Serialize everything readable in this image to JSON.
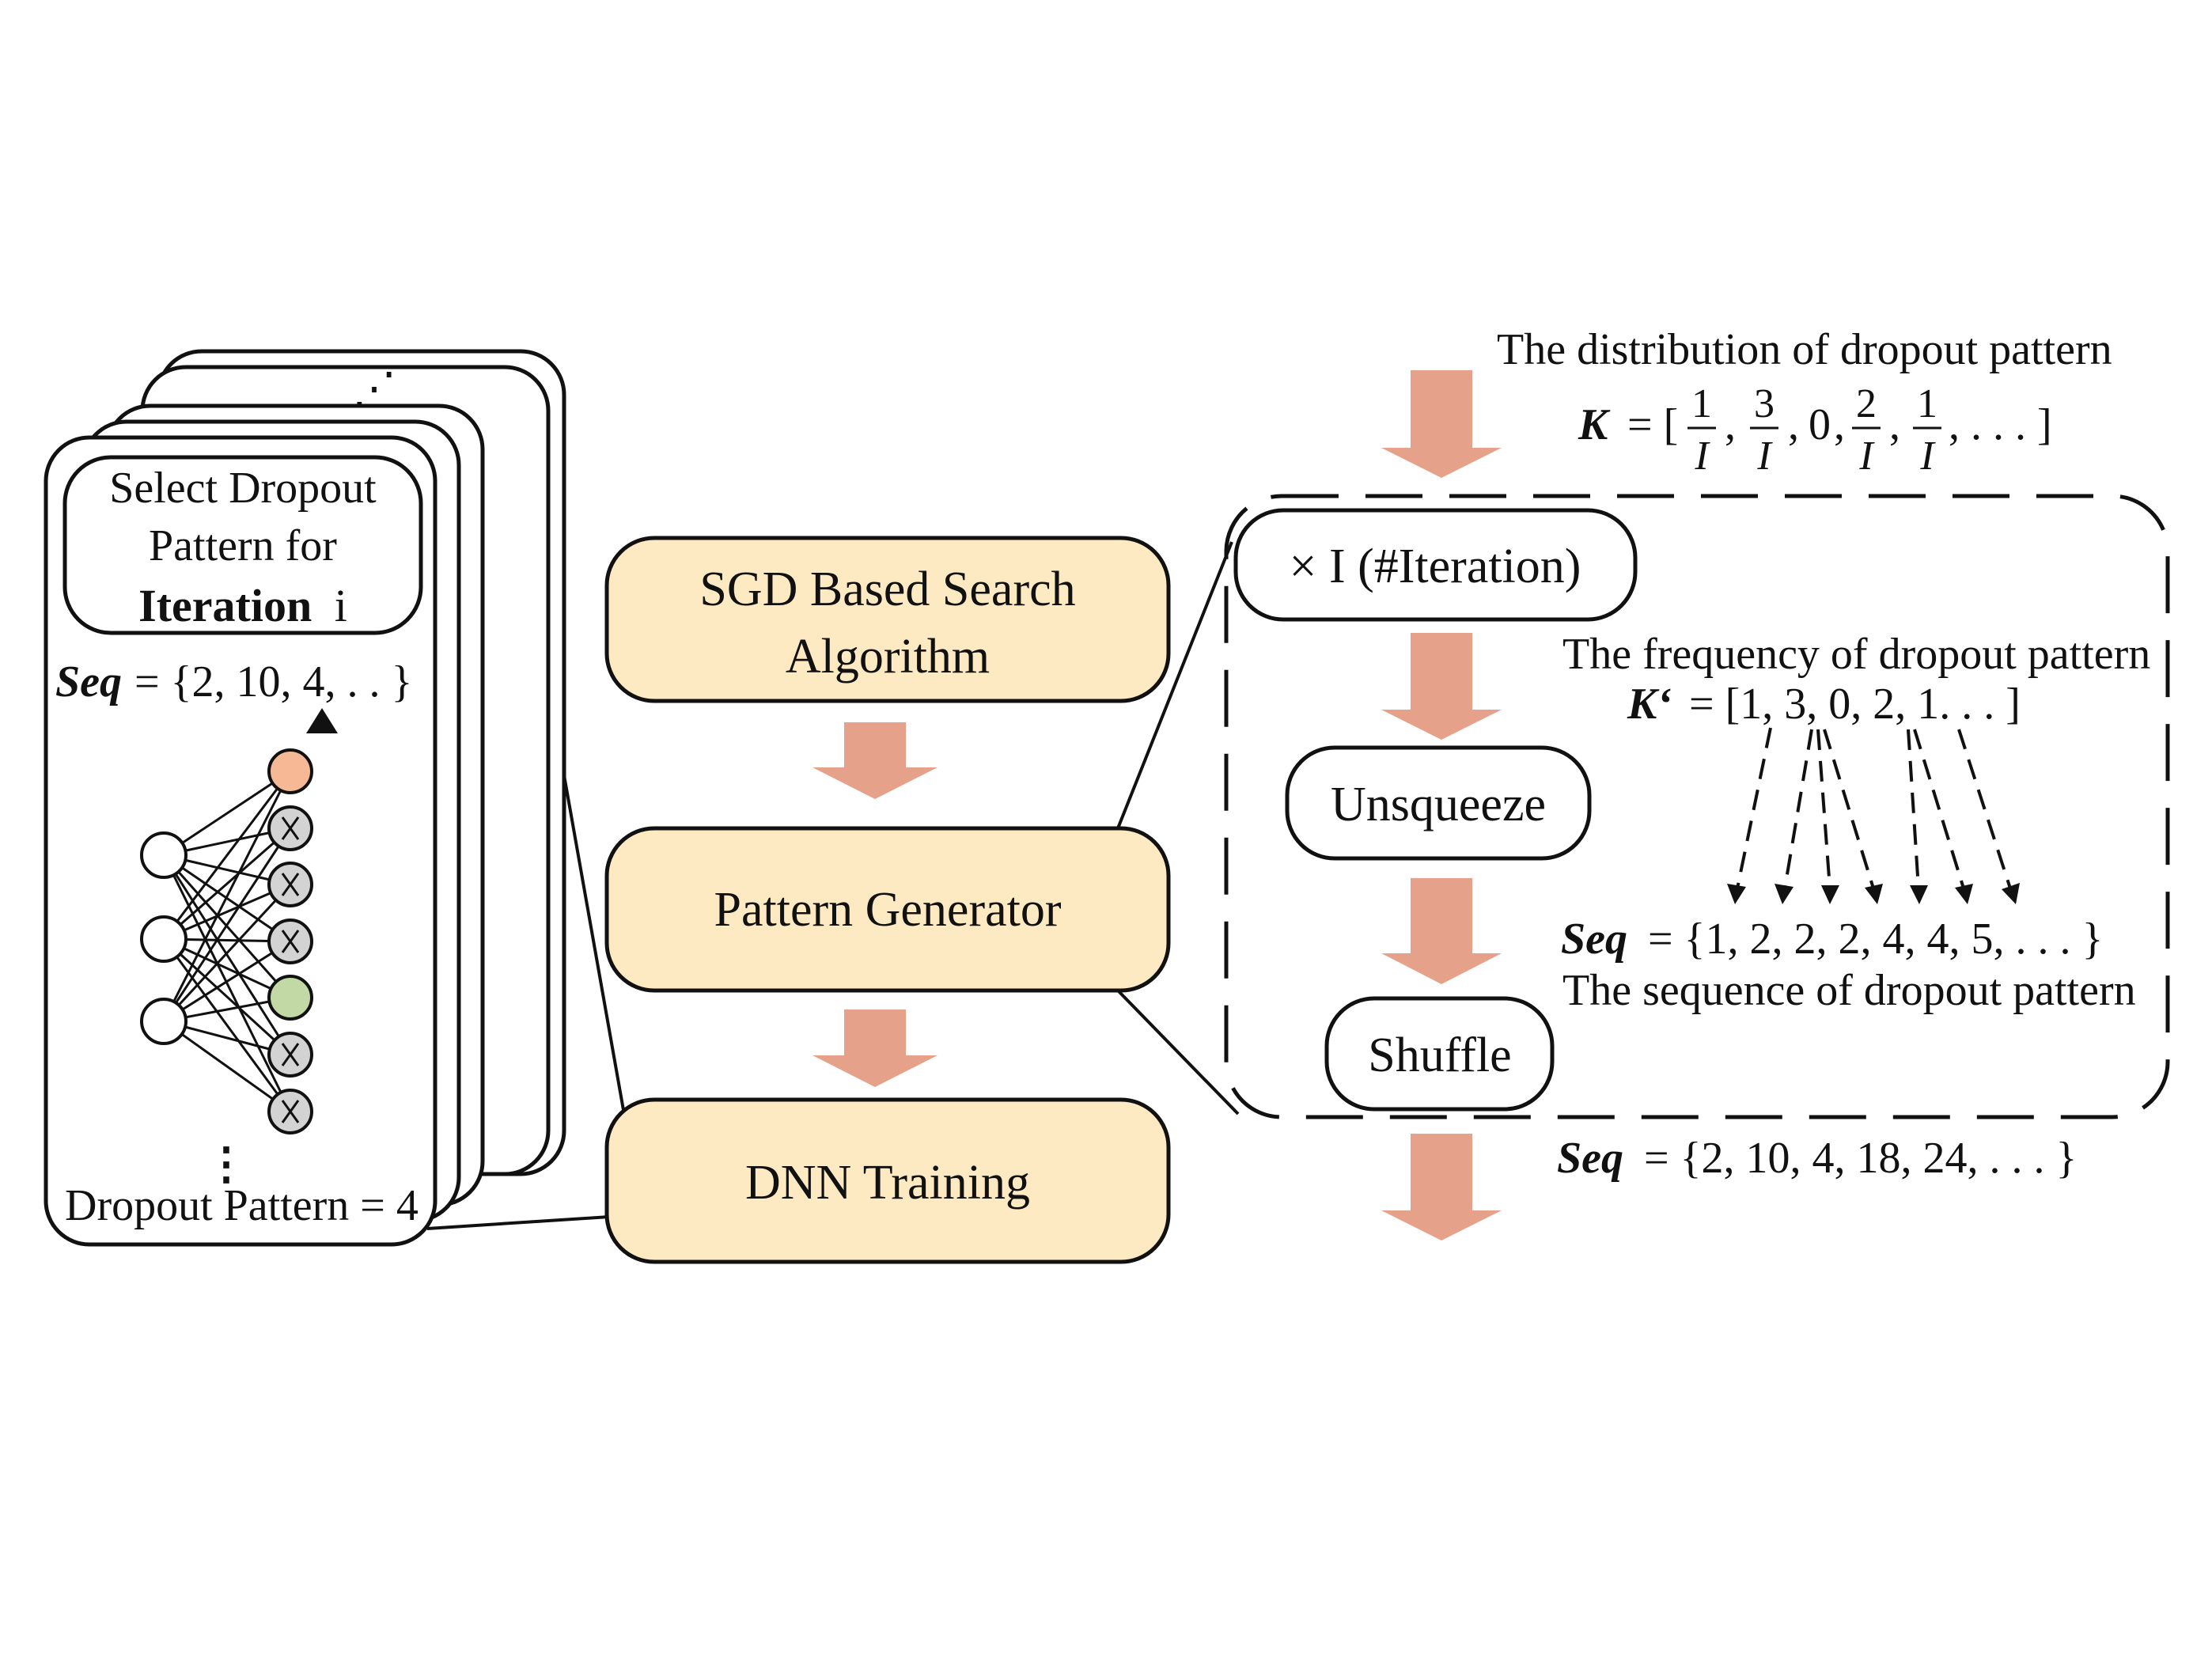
{
  "colors": {
    "box_fill": "#fde9c2",
    "arrow_fill": "#e5a18a",
    "node_orange": "#f7b895",
    "node_green": "#c3d9a5",
    "node_dropped": "#d3d3d3",
    "stroke": "#111111"
  },
  "left_card": {
    "title_line1": "Select Dropout",
    "title_line2": "Pattern for",
    "title_line3_bold": "Iteration",
    "title_line3_rest": "i",
    "seq_label": "Seq",
    "seq_value": "= {2, 10, 4, . . }",
    "footer": "Dropout Pattern = 4",
    "stack_dots": "⋰",
    "column_dots": "⋮"
  },
  "center": {
    "sgd_line1": "SGD Based Search",
    "sgd_line2": "Algorithm",
    "pattern_generator": "Pattern Generator",
    "dnn_training": "DNN Training"
  },
  "right": {
    "distribution_caption": "The distribution of dropout pattern",
    "k_label": "K",
    "k_eq": "= [",
    "k_numerators": [
      "1",
      "3",
      "0",
      "2",
      "1"
    ],
    "k_denominator": "I",
    "k_tail": ", . . . ]",
    "iteration_box": "× I (#Iteration)",
    "frequency_caption": "The frequency of dropout pattern",
    "kprime_label": "K‘",
    "kprime_value": "= [1, 3, 0, 2, 1. . . ]",
    "unsqueeze_box": "Unsqueeze",
    "seq_label": "Seq",
    "seq_expanded": "= {1, 2, 2, 2, 4, 4, 5, . . . }",
    "sequence_caption": "The sequence of dropout pattern",
    "shuffle_box": "Shuffle",
    "seq_shuffled": "= {2, 10, 4, 18, 24, . . . }"
  }
}
